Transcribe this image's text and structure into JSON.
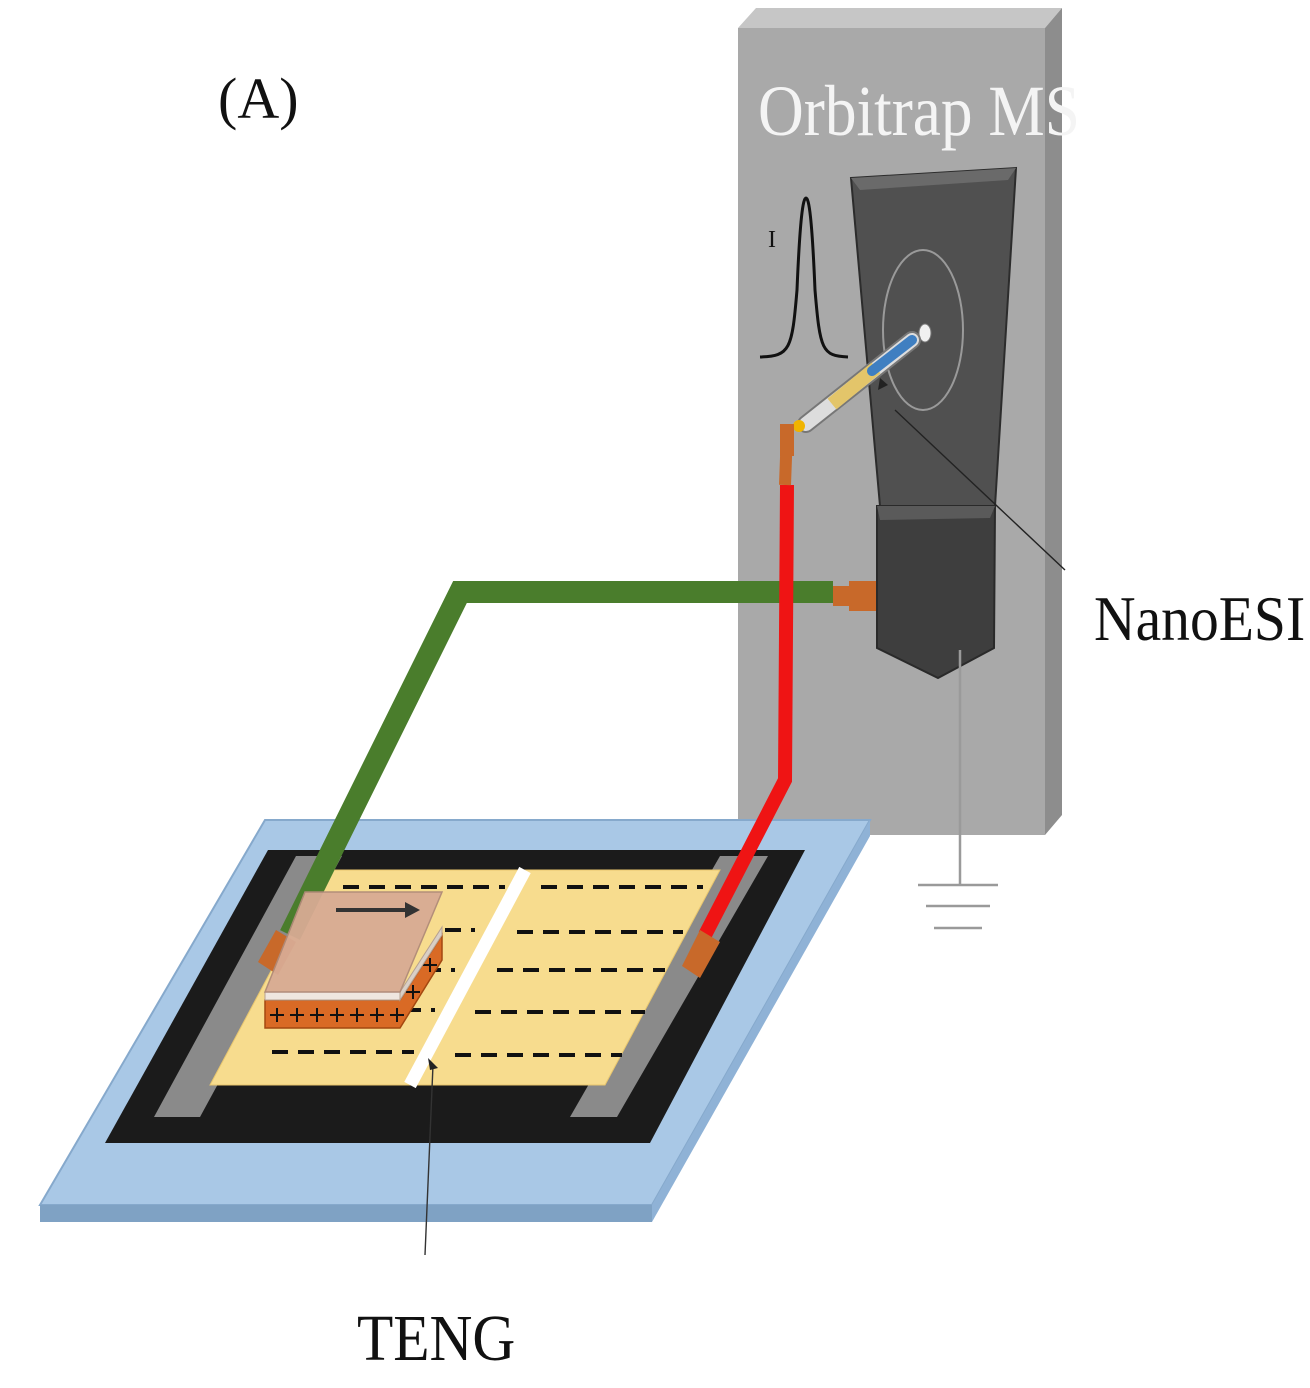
{
  "figure": {
    "panel_label": "(A)",
    "instrument_label": "Orbitrap MS",
    "source_label": "NanoESI",
    "device_label": "TENG",
    "intensity_axis_label": "I"
  },
  "colors": {
    "ms_box": "#a9a9a9",
    "ms_box_side": "#8c8c8c",
    "ms_box_top": "#c4c4c4",
    "inlet_dark": "#4a4a4a",
    "substrate_blue": "#a9c8e6",
    "frame_black": "#1b1b1b",
    "teng_film": "#f7dc8e",
    "slider_top": "#d8ab94",
    "slider_side": "#d96a25",
    "wire_green": "#4a7d2c",
    "wire_red": "#ef1414",
    "connector_copper": "#c8692a",
    "electrode_gray": "#8a8a8a"
  },
  "icons": [
    "spectrum-peak-icon",
    "ground-symbol-icon",
    "slide-direction-arrow-icon"
  ]
}
